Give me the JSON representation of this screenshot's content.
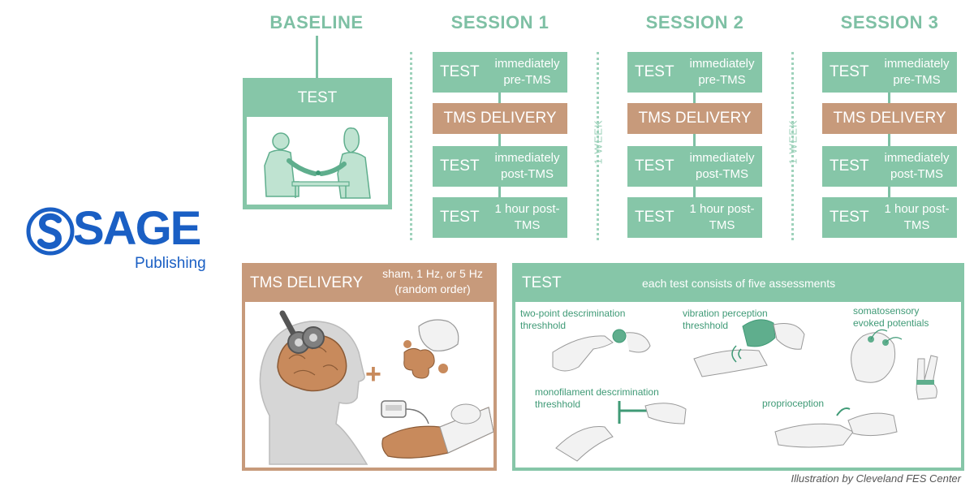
{
  "logo": {
    "brand": "SAGE",
    "sub": "Publishing",
    "color": "#1a5fc4"
  },
  "baseline": {
    "title": "BASELINE",
    "test_label": "TEST"
  },
  "sessions": [
    {
      "title": "SESSION 1",
      "test_pre": "TEST",
      "pre_note": "immediately pre-TMS",
      "delivery": "TMS DELIVERY",
      "test_post": "TEST",
      "post_note": "immediately post-TMS",
      "test_hour": "TEST",
      "hour_note": "1 hour post-TMS"
    },
    {
      "title": "SESSION 2",
      "test_pre": "TEST",
      "pre_note": "immediately pre-TMS",
      "delivery": "TMS DELIVERY",
      "test_post": "TEST",
      "post_note": "immediately post-TMS",
      "test_hour": "TEST",
      "hour_note": "1 hour post-TMS"
    },
    {
      "title": "SESSION 3",
      "test_pre": "TEST",
      "pre_note": "immediately pre-TMS",
      "delivery": "TMS DELIVERY",
      "test_post": "TEST",
      "post_note": "immediately post-TMS",
      "test_hour": "TEST",
      "hour_note": "1 hour post-TMS"
    }
  ],
  "week_labels": [
    "1 WEEK",
    "1 WEEK"
  ],
  "tms_panel": {
    "title": "TMS DELIVERY",
    "note_line1": "sham, 1 Hz, or 5 Hz",
    "note_line2": "(random order)",
    "plus": "+"
  },
  "test_panel": {
    "title": "TEST",
    "subtitle": "each test consists of five assessments",
    "assessments": [
      {
        "line1": "two-point descrimination",
        "line2": "threshhold"
      },
      {
        "line1": "vibration perception",
        "line2": "threshhold"
      },
      {
        "line1": "somatosensory",
        "line2": "evoked potentials"
      },
      {
        "line1": "monofilament descrimination",
        "line2": "threshhold"
      },
      {
        "line1": "proprioception",
        "line2": ""
      }
    ]
  },
  "credit": "Illustration by Cleveland FES Center",
  "colors": {
    "green": "#86c6a8",
    "green_dark": "#3f9a76",
    "green_light": "#9ed2bb",
    "orange": "#c79a7b",
    "skin": "#f2f2f2"
  }
}
